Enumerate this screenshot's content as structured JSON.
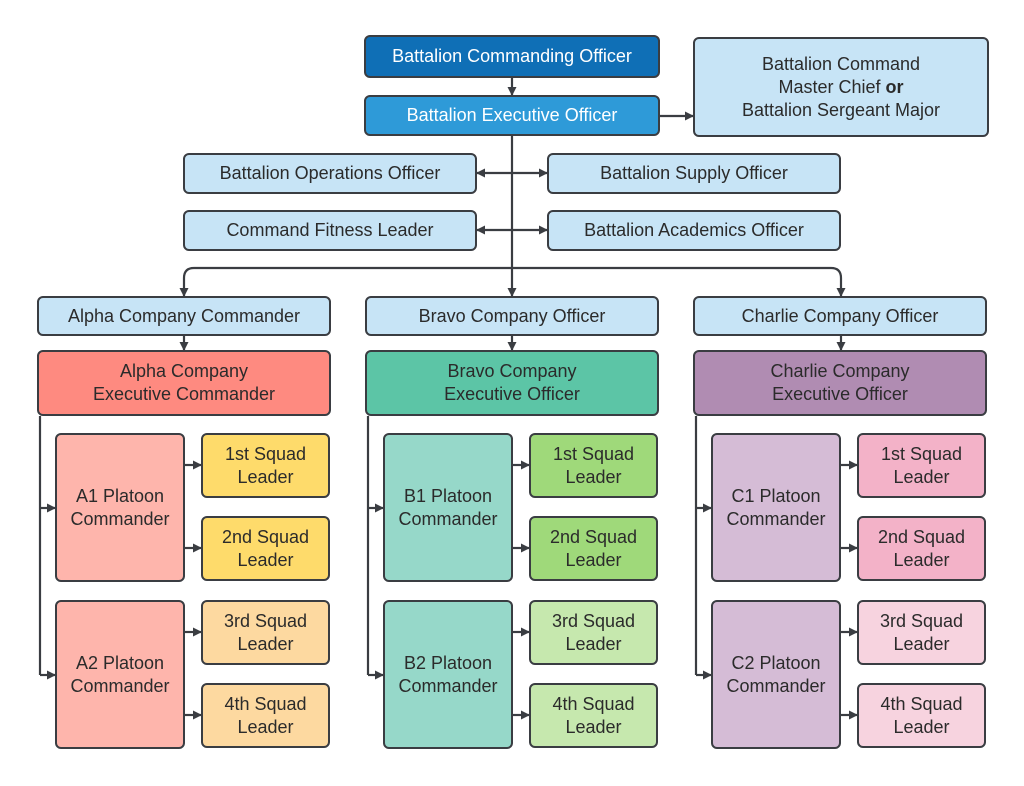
{
  "battalion": {
    "commanding_officer": "Battalion Commanding Officer",
    "executive_officer": "Battalion Executive Officer",
    "master_chief_line1": "Battalion Command",
    "master_chief_line2_a": "Master Chief ",
    "master_chief_line2_b": "or",
    "master_chief_line3": "Battalion Sergeant Major",
    "operations_officer": "Battalion Operations Officer",
    "supply_officer": "Battalion Supply Officer",
    "fitness_leader": "Command Fitness Leader",
    "academics_officer": "Battalion Academics Officer"
  },
  "companies": [
    {
      "head": "Alpha Company Commander",
      "exec": "Alpha Company\nExecutive Commander",
      "platoons": [
        {
          "name": "A1 Platoon\nCommander",
          "squads": [
            "1st Squad\nLeader",
            "2nd Squad\nLeader"
          ]
        },
        {
          "name": "A2 Platoon\nCommander",
          "squads": [
            "3rd Squad\nLeader",
            "4th Squad\nLeader"
          ]
        }
      ]
    },
    {
      "head": "Bravo Company Officer",
      "exec": "Bravo Company\nExecutive Officer",
      "platoons": [
        {
          "name": "B1 Platoon\nCommander",
          "squads": [
            "1st Squad\nLeader",
            "2nd Squad\nLeader"
          ]
        },
        {
          "name": "B2 Platoon\nCommander",
          "squads": [
            "3rd Squad\nLeader",
            "4th Squad\nLeader"
          ]
        }
      ]
    },
    {
      "head": "Charlie Company Officer",
      "exec": "Charlie Company\nExecutive Officer",
      "platoons": [
        {
          "name": "C1 Platoon\nCommander",
          "squads": [
            "1st Squad\nLeader",
            "2nd Squad\nLeader"
          ]
        },
        {
          "name": "C2 Platoon\nCommander",
          "squads": [
            "3rd Squad\nLeader",
            "4th Squad\nLeader"
          ]
        }
      ]
    }
  ],
  "colors": {
    "line": "#3a3d42",
    "commanding_officer": "#0f6fb6",
    "executive_officer": "#2e9ad8",
    "staff": "#c7e4f6",
    "alpha": [
      "#fe8a80",
      "#feb5ac",
      "#fedb6b",
      "#fdd9a0"
    ],
    "bravo": [
      "#5cc5a6",
      "#96d8c9",
      "#9fd97a",
      "#c6e8ae"
    ],
    "charlie": [
      "#b08cb2",
      "#d5bcd6",
      "#f3b2c8",
      "#f7d3df"
    ]
  }
}
